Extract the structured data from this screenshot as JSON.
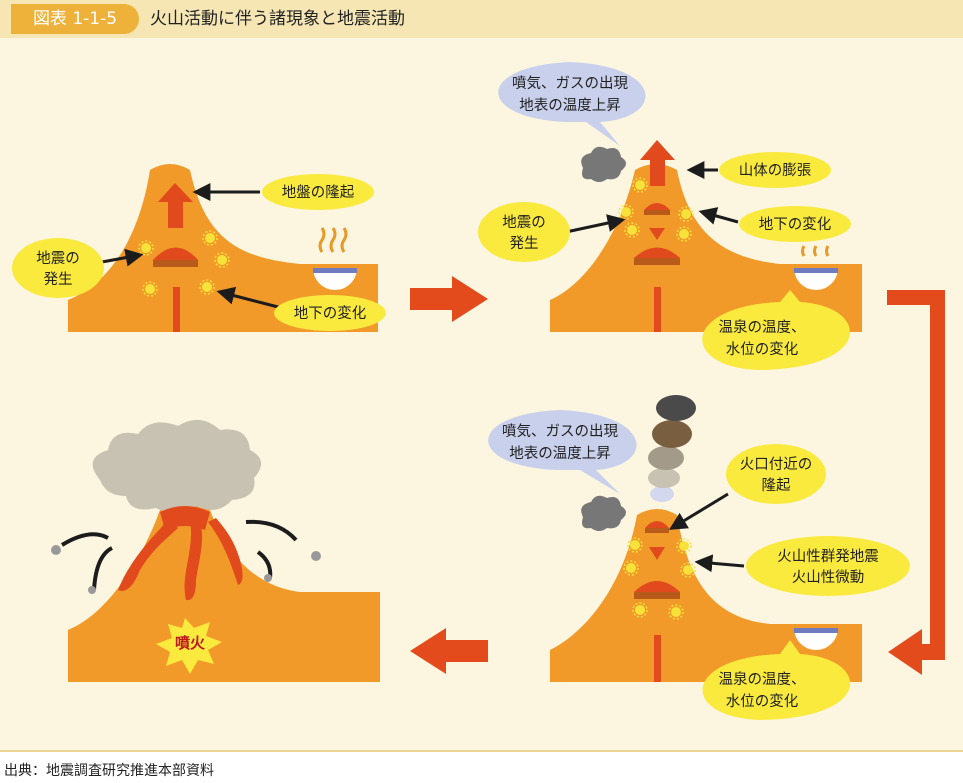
{
  "figure": {
    "number": "図表 1-1-5",
    "title": "火山活動に伴う諸現象と地震活動"
  },
  "source": "出典：地震調査研究推進本部資料",
  "panels": {
    "p1": {
      "uplift": "地盤の隆起",
      "quake_1": "地震の",
      "quake_2": "発生",
      "underground": "地下の変化"
    },
    "p2": {
      "gas_1": "噴気、ガスの出現",
      "gas_2": "地表の温度上昇",
      "swelling": "山体の膨張",
      "quake_1": "地震の",
      "quake_2": "発生",
      "underground": "地下の変化",
      "spring_1": "温泉の温度、",
      "spring_2": "水位の変化"
    },
    "p3": {
      "gas_1": "噴気、ガスの出現",
      "gas_2": "地表の温度上昇",
      "crater_1": "火口付近の",
      "crater_2": "隆起",
      "quake_1": "火山性群発地震",
      "quake_2": "火山性微動",
      "spring_1": "温泉の温度、",
      "spring_2": "水位の変化"
    },
    "p4": {
      "eruption": "噴火"
    }
  },
  "colors": {
    "mountain": "#f19a2a",
    "magma": "#e04a1c",
    "label_bg": "#faea3e",
    "bubble": "#c9d0ec",
    "smoke": "#777777",
    "flow_arrow": "#e34b1c",
    "header": "#f6e6b4",
    "panel": "#fcf6e0"
  }
}
